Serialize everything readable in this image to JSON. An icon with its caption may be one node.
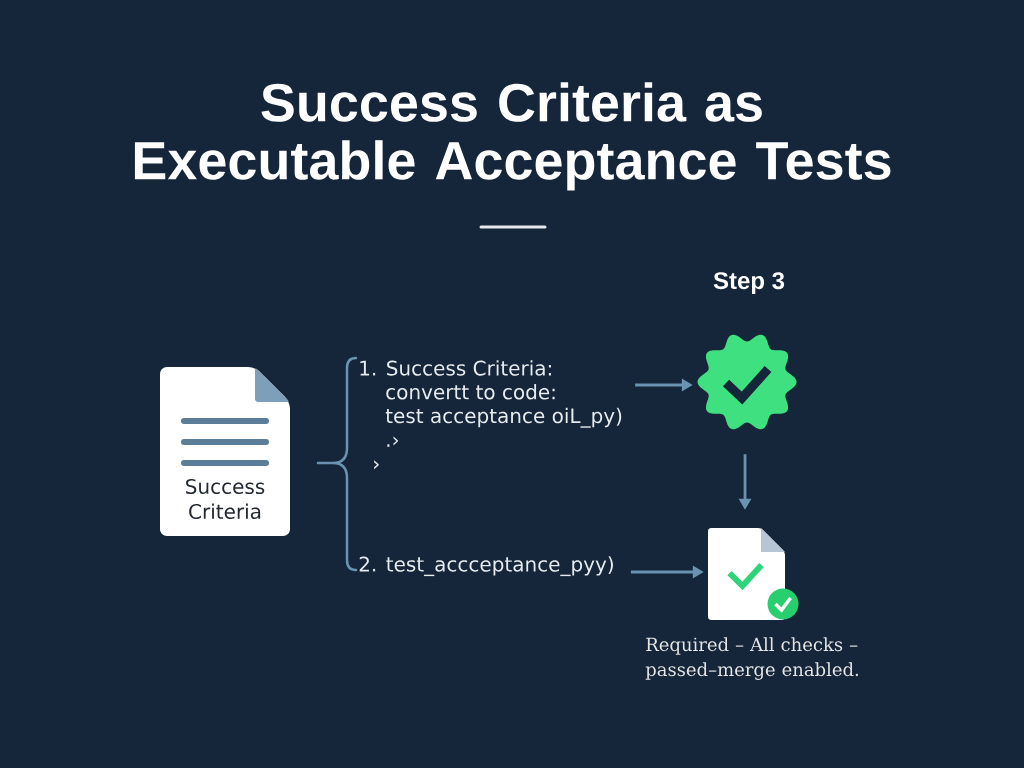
{
  "diagram": {
    "title": "Success Criteria as Executable Acceptance Tests",
    "nodes": [
      {
        "text": [
          "Success Criteria"
        ]
      },
      {
        "text": [
          "1. Success Criteria:",
          "convertt to code:",
          "test acceptance oiL_py)",
          ".›",
          "›"
        ]
      },
      {
        "text": [
          "2. test_accceptance_pyy)"
        ]
      },
      {
        "text": [],
        "shape": "badge"
      },
      {
        "text": [],
        "shape": "document",
        "beside": [
          "Required – All checks – passed–merge enabled."
        ]
      }
    ],
    "edges": [
      {
        "from": 1,
        "to": 3,
        "arrow": "to"
      },
      {
        "from": 2,
        "to": 4,
        "arrow": "to"
      },
      {
        "from": 3,
        "to": 4,
        "arrow": "to"
      }
    ],
    "labels": [
      "Step 3"
    ]
  }
}
